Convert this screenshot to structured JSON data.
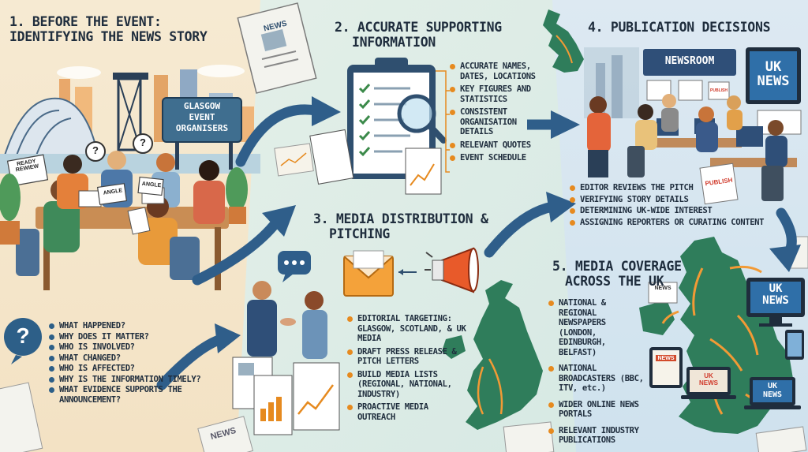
{
  "section1": {
    "title_line1": "1. BEFORE THE EVENT:",
    "title_line2": "IDENTIFYING THE NEWS STORY",
    "sign_line1": "GLASGOW",
    "sign_line2": "EVENT",
    "sign_line3": "ORGANISERS",
    "paper_left": "READY REWIEW",
    "paper_angle1": "ANGLE",
    "paper_angle2": "ANGLE",
    "questions": [
      "WHAT HAPPENED?",
      "WHY DOES IT MATTER?",
      "WHO IS INVOLVED?",
      "WHAT CHANGED?",
      "WHO IS AFFECTED?",
      "WHY IS THE INFORMATION TIMELY?",
      "WHAT EVIDENCE SUPPORTS THE ANNOUNCEMENT?"
    ]
  },
  "section2": {
    "title_line1": "2. ACCURATE SUPPORTING",
    "title_line2": "INFORMATION",
    "newspaper_label": "NEWS",
    "items": [
      "ACCURATE NAMES, DATES, LOCATIONS",
      "KEY FIGURES AND STATISTICS",
      "CONSISTENT ORGANISATION DETAILS",
      "RELEVANT QUOTES",
      "EVENT SCHEDULE"
    ]
  },
  "section3": {
    "title_line1": "3. MEDIA DISTRIBUTION &",
    "title_line2": "PITCHING",
    "items": [
      "EDITORIAL TARGETING: GLASGOW, SCOTLAND, & UK MEDIA",
      "DRAFT PRESS RELEASE & PITCH LETTERS",
      "BUILD MEDIA LISTS (REGIONAL, NATIONAL, INDUSTRY)",
      "PROACTIVE MEDIA OUTREACH"
    ],
    "newspaper_label": "NEWS"
  },
  "section4": {
    "title": "4. PUBLICATION DECISIONS",
    "newsroom_sign": "NEWSROOM",
    "screen_line1": "UK",
    "screen_line2": "NEWS",
    "publish_label": "PUBLISH",
    "publish_label_small": "PUBLISH",
    "items": [
      "EDITOR REVIEWS THE PITCH",
      "VERIFYING STORY DETAILS",
      "DETERMINING UK-WIDE INTEREST",
      "ASSIGNING REPORTERS OR CURATING CONTENT"
    ]
  },
  "section5": {
    "title_line1": "5. MEDIA COVERAGE",
    "title_line2": "ACROSS THE UK",
    "monitor_line1": "UK",
    "monitor_line2": "NEWS",
    "laptop_line1": "UK",
    "laptop_line2": "NEWS",
    "tablet_label": "NEWS",
    "paper_label": "NEWS",
    "items": [
      "NATIONAL & REGIONAL NEWSPAPERS (LONDON, EDINBURGH, BELFAST)",
      "NATIONAL BROADCASTERS (BBC, ITV, etc.)",
      "WIDER ONLINE NEWS PORTALS",
      "RELEVANT INDUSTRY PUBLICATIONS"
    ]
  },
  "colors": {
    "navy": "#1f2d3d",
    "orange": "#e68a1f",
    "blue_arrow": "#2f5e8a",
    "map_green": "#2f7d5b"
  }
}
